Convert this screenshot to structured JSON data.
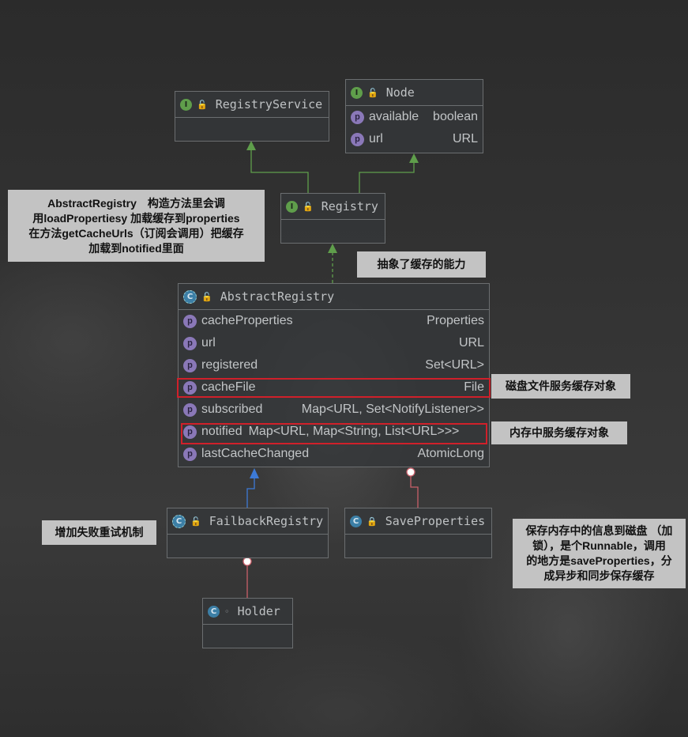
{
  "classes": {
    "registry_service": {
      "name": "RegistryService",
      "kind": "I"
    },
    "node": {
      "name": "Node",
      "kind": "I",
      "fields": [
        {
          "name": "available",
          "type": "boolean"
        },
        {
          "name": "url",
          "type": "URL"
        }
      ]
    },
    "registry": {
      "name": "Registry",
      "kind": "I"
    },
    "abstract_registry": {
      "name": "AbstractRegistry",
      "kind": "C",
      "fields": [
        {
          "name": "cacheProperties",
          "type": "Properties"
        },
        {
          "name": "url",
          "type": "URL"
        },
        {
          "name": "registered",
          "type": "Set<URL>"
        },
        {
          "name": "cacheFile",
          "type": "File"
        },
        {
          "name": "subscribed",
          "type": "Map<URL, Set<NotifyListener>>"
        },
        {
          "name": "notified",
          "type": "Map<URL, Map<String, List<URL>>>"
        },
        {
          "name": "lastCacheChanged",
          "type": "AtomicLong"
        }
      ]
    },
    "failback_registry": {
      "name": "FailbackRegistry",
      "kind": "C"
    },
    "save_properties": {
      "name": "SaveProperties",
      "kind": "C"
    },
    "holder": {
      "name": "Holder",
      "kind": "C"
    }
  },
  "field_badge": "p",
  "notes": {
    "abstract_registry_note": [
      "AbstractRegistry　构造方法里会调",
      "用loadPropertiesy 加载缓存到properties",
      "在方法getCacheUrls（订阅会调用）把缓存",
      "加载到notified里面"
    ],
    "cache_ability": "抽象了缓存的能力",
    "disk_cache": "磁盘文件服务缓存对象",
    "memory_cache": "内存中服务缓存对象",
    "failback": "增加失败重试机制",
    "save_properties_note": [
      "保存内存中的信息到磁盘 （加",
      "锁），是个Runnable，调用",
      "的地方是saveProperties，分",
      "成异步和同步保存缓存"
    ]
  },
  "colors": {
    "realization_line": "#5f9e4b",
    "inheritance_line": "#3d7ad6",
    "inner_class_line": "#c9606a",
    "highlight": "#d0202a",
    "note_bg": "#c3c3c3"
  }
}
